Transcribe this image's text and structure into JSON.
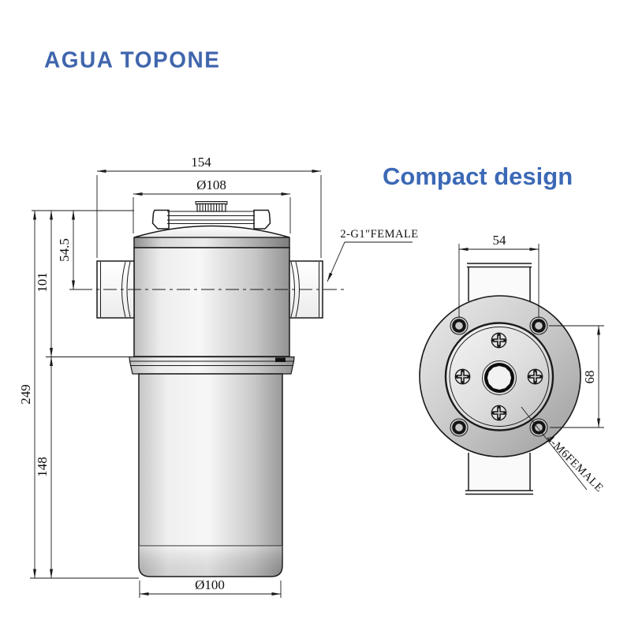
{
  "brand": {
    "logo_text": "AGUA TOPONE",
    "logo_color": "#4066ad"
  },
  "heading": {
    "text": "Compact design",
    "color": "#3c69b6"
  },
  "front_view": {
    "dimensions": {
      "total_width": "154",
      "head_diameter": "Ø108",
      "port_center_from_top": "54.5",
      "head_height": "101",
      "total_height": "249",
      "bowl_height": "148",
      "bowl_diameter": "Ø100"
    },
    "port_callout": "2-G1″FEMALE"
  },
  "top_view": {
    "dimensions": {
      "bolt_spacing_horizontal": "54",
      "bolt_spacing_vertical": "68"
    },
    "bolt_callout": "4-M6FEMALE"
  },
  "drawing": {
    "line_color": "#1a1a1a"
  }
}
